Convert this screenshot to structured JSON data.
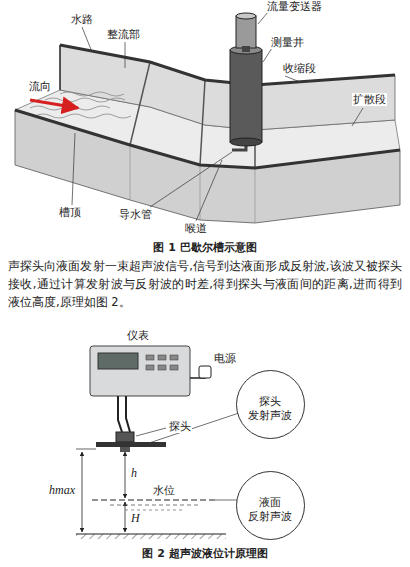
{
  "diagram": {
    "nodes": [
      {
        "text": [
          "探头 发射声波"
        ]
      },
      {
        "text": [
          "液面 反射声波"
        ]
      }
    ],
    "labels": [
      "水路",
      "整流部",
      "流量变送器",
      "测量井",
      "收缩段",
      "流向",
      "扩散段",
      "槽顶",
      "导水管",
      "喉道",
      "图 1 巴歇尔槽示意图",
      "声探头向液面发射一束超声波信号,信号到达液面形成反射波,该波又被探头接收,通过计算发射波与反射波的时差,得到探头与液面间的距离,进而得到液位高度,原理如图 2。",
      "仪表",
      "电源",
      "探头",
      "h",
      "hmax",
      "水位",
      "H",
      "图 2 超声波液位计原理图"
    ]
  }
}
